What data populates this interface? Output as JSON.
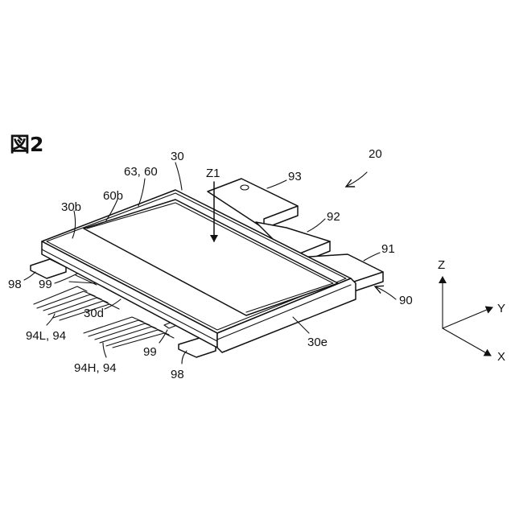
{
  "figure": {
    "title": "図2",
    "label_ref_main": "20",
    "labels": {
      "l30": "30",
      "l63_60": "63, 60",
      "l60b": "60b",
      "l30b": "30b",
      "lZ1": "Z1",
      "l93": "93",
      "l92": "92",
      "l91": "91",
      "l90": "90",
      "l98_left": "98",
      "l99_left": "99",
      "l30d": "30d",
      "l94L": "94L, 94",
      "l94H": "94H, 94",
      "l99_bottom": "99",
      "l98_bottom": "98",
      "l30e": "30e"
    },
    "axes": {
      "z": "Z",
      "y": "Y",
      "x": "X"
    }
  }
}
